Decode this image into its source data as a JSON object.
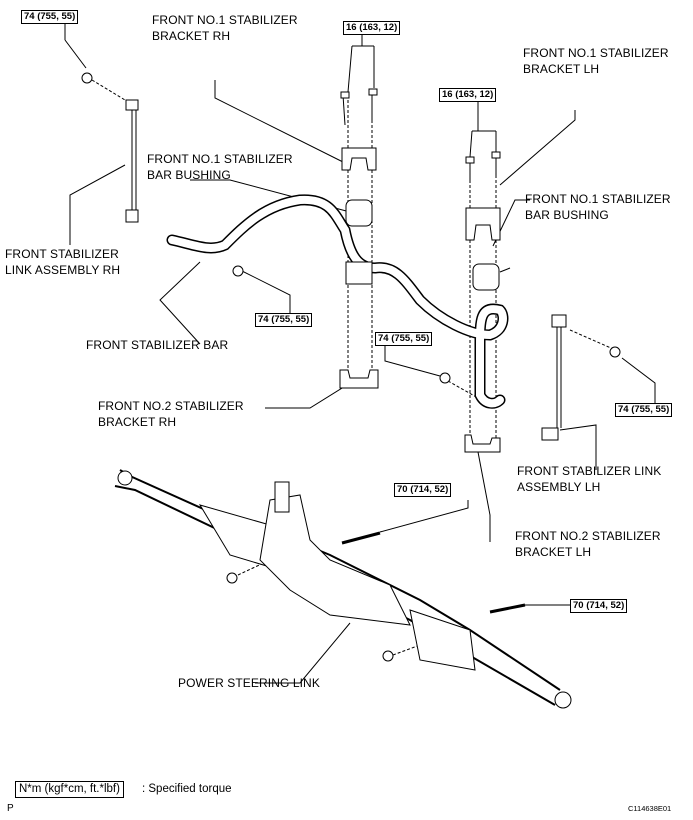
{
  "labels": {
    "stab_bracket_rh": "FRONT NO.1 STABILIZER\nBRACKET RH",
    "stab_bracket_lh": "FRONT NO.1 STABILIZER\nBRACKET LH",
    "bushing_rh": "FRONT NO.1 STABILIZER\nBAR BUSHING",
    "bushing_lh": "FRONT NO.1 STABILIZER\nBAR BUSHING",
    "link_rh": "FRONT STABILIZER\nLINK ASSEMBLY RH",
    "stab_bar": "FRONT STABILIZER BAR",
    "bracket2_rh": "FRONT NO.2 STABILIZER\nBRACKET RH",
    "link_lh": "FRONT STABILIZER LINK\nASSEMBLY LH",
    "bracket2_lh": "FRONT NO.2 STABILIZER\nBRACKET LH",
    "steering_link": "POWER STEERING LINK"
  },
  "torques": {
    "t_link_rh_top": "74 (755, 55)",
    "t_bracket_rh": "16 (163, 12)",
    "t_bracket_lh": "16 (163, 12)",
    "t_link_rh_bottom": "74 (755, 55)",
    "t_bracket2_rh": "74 (755, 55)",
    "t_link_lh": "74 (755, 55)",
    "t_rack_upper": "70 (714, 52)",
    "t_rack_lower": "70 (714, 52)"
  },
  "legend": {
    "unit_box": "N*m (kgf*cm, ft.*lbf)",
    "text": ": Specified torque"
  },
  "footer": {
    "left": "P",
    "right": "C114638E01"
  }
}
